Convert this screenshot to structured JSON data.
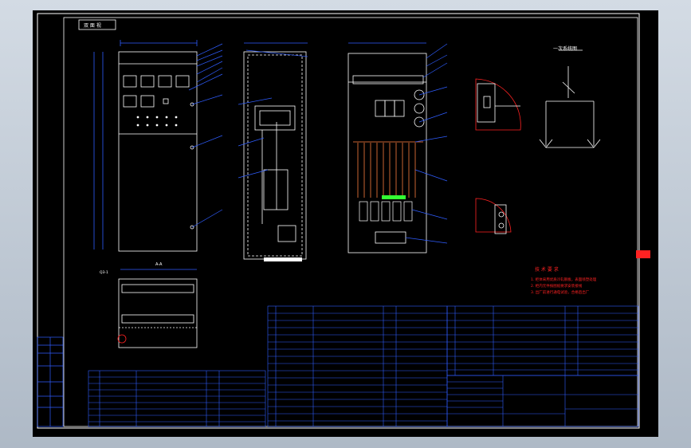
{
  "colors": {
    "background": "#000000",
    "line_blue": "#2f5dff",
    "line_white": "#ffffff",
    "line_red": "#ff2222",
    "busbar_orange": "#c86432",
    "highlight_green": "#33ff33",
    "chrome": "#bcc6d2"
  },
  "drawing": {
    "title_box": "双 面 视",
    "section_label": "A-A",
    "scheme_title": "一次系统图",
    "tech_notes_title": "技 术 要 求",
    "tech_notes": [
      "1. 柜体采用优质冷轧钢板，表面喷塑处理",
      "2. 柜内元件按图纸要求安装接线",
      "3. 出厂前进行通电试验，合格后出厂"
    ],
    "revision_label": "Q3-1"
  }
}
